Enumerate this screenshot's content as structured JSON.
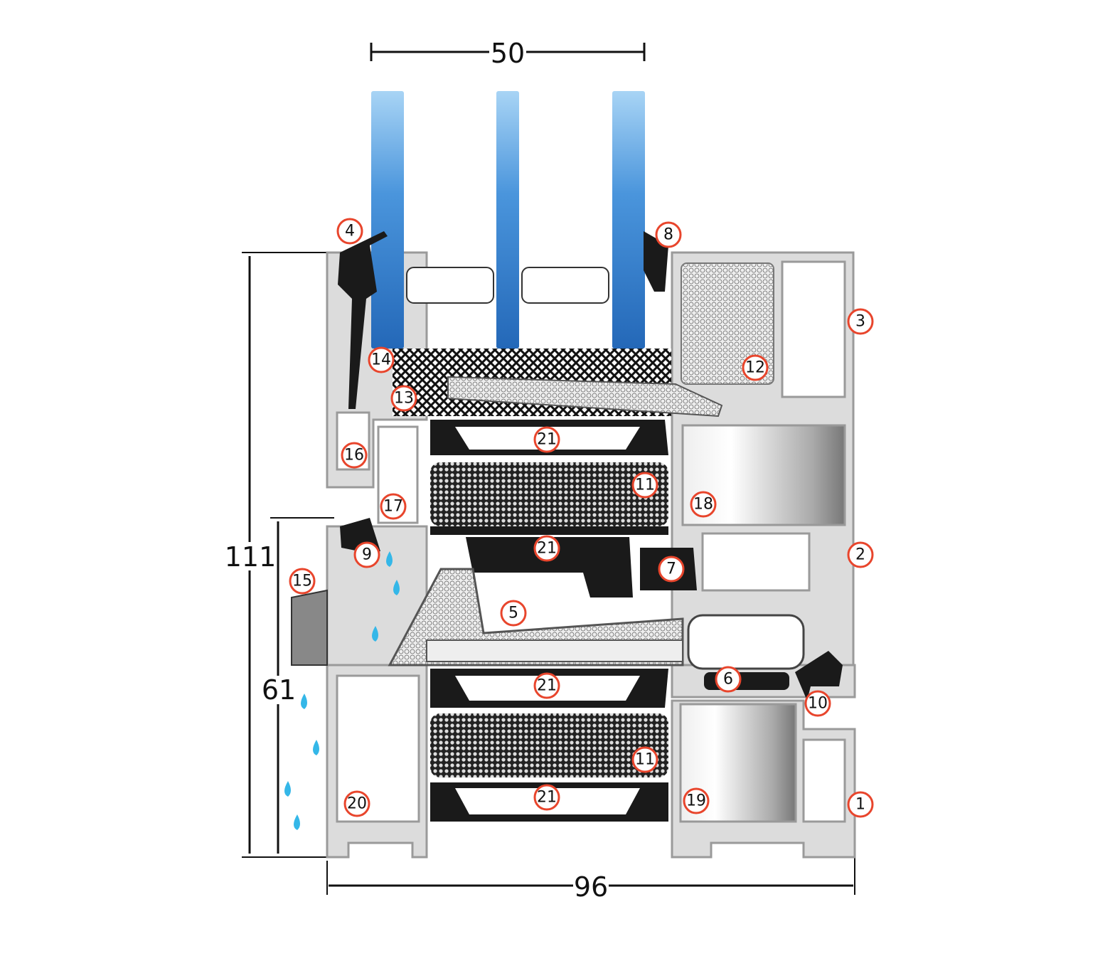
{
  "dimensions": {
    "glass_width": "50",
    "total_height": "111",
    "inner_height": "61",
    "total_width": "96"
  },
  "callouts": [
    "1",
    "2",
    "3",
    "4",
    "5",
    "6",
    "7",
    "8",
    "9",
    "10",
    "11",
    "12",
    "13",
    "14",
    "15",
    "16",
    "17",
    "18",
    "19",
    "20",
    "21"
  ],
  "colors": {
    "callout_ring": "#e8452c",
    "glass": "#2f7fcf",
    "frame": "#dcdcdc",
    "water": "#34b7e8"
  }
}
